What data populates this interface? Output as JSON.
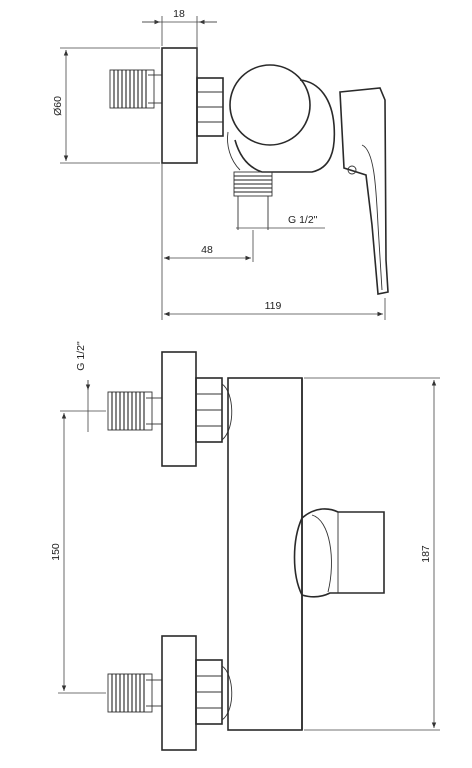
{
  "dimensions": {
    "top_flange_width": "18",
    "flange_diameter": "Ø60",
    "outlet_thread": "G 1/2\"",
    "outlet_offset": "48",
    "total_depth": "119",
    "inlet_thread": "G 1/2\"",
    "inlet_spacing": "150",
    "body_height": "187"
  }
}
